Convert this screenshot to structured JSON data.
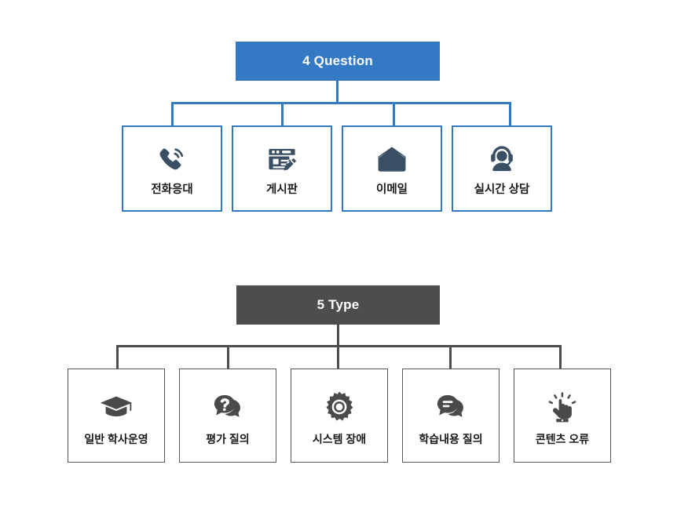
{
  "colors": {
    "accent_blue": "#3479C4",
    "dark_gray": "#4D4D4D",
    "icon_blue": "#3A4F63",
    "icon_gray": "#4A4A4A",
    "box_border_gray": "#595959",
    "label_text": "#1A1A1A",
    "background": "#FFFFFF"
  },
  "sections": [
    {
      "id": "questions",
      "header": "4 Question",
      "header_color": "#3479C4",
      "nodes": [
        {
          "label": "전화응대",
          "icon": "phone-ring-icon"
        },
        {
          "label": "게시판",
          "icon": "bulletin-board-edit-icon"
        },
        {
          "label": "이메일",
          "icon": "open-envelope-icon"
        },
        {
          "label": "실시간 상담",
          "icon": "headset-agent-icon"
        }
      ]
    },
    {
      "id": "types",
      "header": "5 Type",
      "header_color": "#4D4D4D",
      "nodes": [
        {
          "label": "일반 학사운영",
          "icon": "graduation-cap-icon"
        },
        {
          "label": "평가 질의",
          "icon": "question-speech-bubble-icon"
        },
        {
          "label": "시스템 장애",
          "icon": "gear-icon"
        },
        {
          "label": "학습내용 질의",
          "icon": "chat-speech-bubble-icon"
        },
        {
          "label": "콘텐츠 오류",
          "icon": "tap-hand-click-icon"
        }
      ]
    }
  ]
}
